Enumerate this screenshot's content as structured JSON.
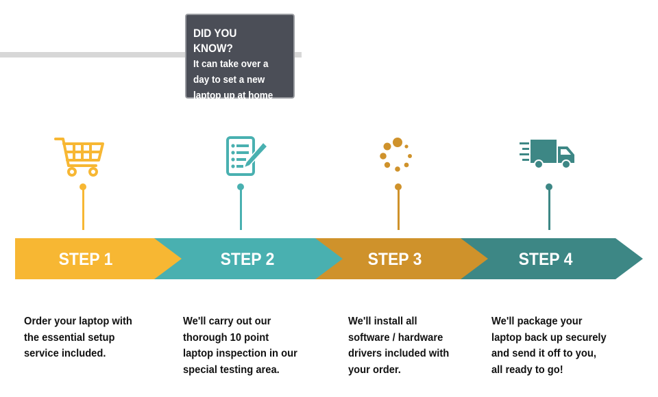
{
  "callout": {
    "title": "DID YOU KNOW?",
    "text": "It can take over a\nday to set a new\nlaptop up at home"
  },
  "colors": {
    "step1": "#f7b733",
    "step2": "#49b0b0",
    "step3": "#cf922b",
    "step4": "#3d8785",
    "callout_bg": "#4b4e57"
  },
  "steps": [
    {
      "label": "STEP 1",
      "icon": "shopping-cart-icon",
      "description": "Order your laptop with\nthe essential setup\nservice included."
    },
    {
      "label": "STEP 2",
      "icon": "checklist-pencil-icon",
      "description": "We'll carry out our\nthorough 10 point\nlaptop inspection in our\nspecial testing area."
    },
    {
      "label": "STEP 3",
      "icon": "loading-spinner-icon",
      "description": "We'll install all\nsoftware / hardware\ndrivers included with\nyour order."
    },
    {
      "label": "STEP 4",
      "icon": "delivery-truck-icon",
      "description": "We'll package your\nlaptop back up securely\nand send it off to you,\nall ready to go!"
    }
  ]
}
